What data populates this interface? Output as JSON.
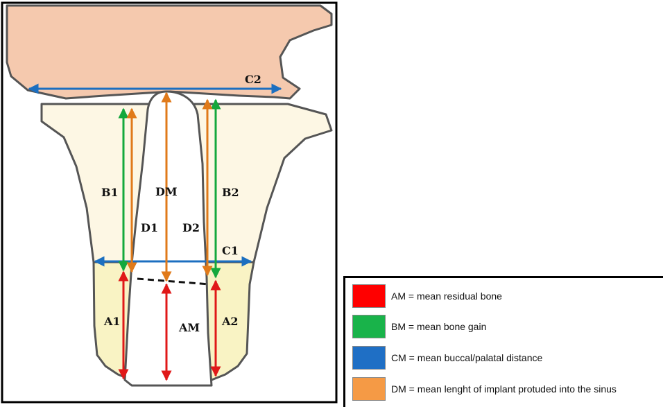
{
  "diagram": {
    "labels": {
      "c2": "C2",
      "b1": "B1",
      "b2": "B2",
      "dm": "DM",
      "d1": "D1",
      "d2": "D2",
      "c1": "C1",
      "a1": "A1",
      "a2": "A2",
      "am": "AM"
    },
    "colors": {
      "red": "#e01818",
      "green": "#14a83c",
      "blue": "#1c6fc0",
      "orange": "#e07a1a",
      "upper_bone": "#f5c9ae",
      "graft": "#fdf7e4",
      "residual_bone": "#f9f3c4",
      "outline": "#555555",
      "frame": "#000000"
    }
  },
  "legend": {
    "items": [
      {
        "color": "#ff0000",
        "text": "AM = mean residual bone"
      },
      {
        "color": "#19b34a",
        "text": "BM = mean bone gain"
      },
      {
        "color": "#1f6fc5",
        "text": "CM = mean buccal/palatal distance"
      },
      {
        "color": "#f59a45",
        "text": "DM = mean lenght of implant protuded into the sinus"
      }
    ]
  }
}
